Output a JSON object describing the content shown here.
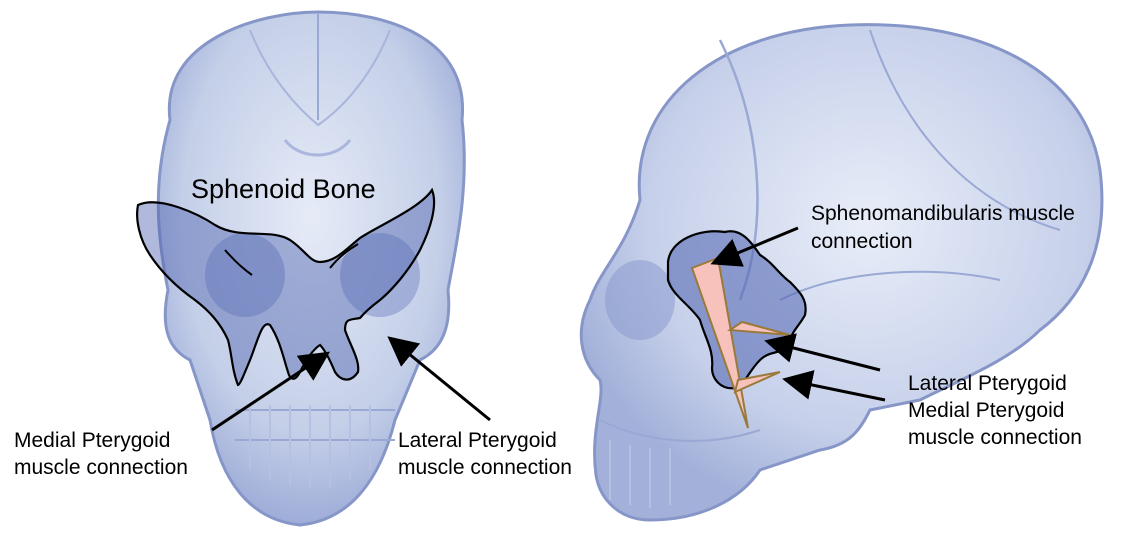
{
  "labels": {
    "sphenoid_bone": "Sphenoid Bone",
    "medial_left_1": "Medial Pterygoid",
    "medial_left_2": "muscle connection",
    "lateral_left_1": "Lateral Pterygoid",
    "lateral_left_2": "muscle connection",
    "spheno_1": "Sphenomandibularis muscle",
    "spheno_2": "connection",
    "lateral_right": "Lateral Pterygoid",
    "medial_right_1": "Medial Pterygoid",
    "medial_right_2": "muscle connection"
  },
  "colors": {
    "skull_fill": "#c9d3ea",
    "skull_line": "#7f8fc4",
    "bone_highlight": "#5e72b8",
    "muscle_fill": "#f7c2bc",
    "muscle_outline": "#9a7a3a",
    "outline": "#000000"
  }
}
